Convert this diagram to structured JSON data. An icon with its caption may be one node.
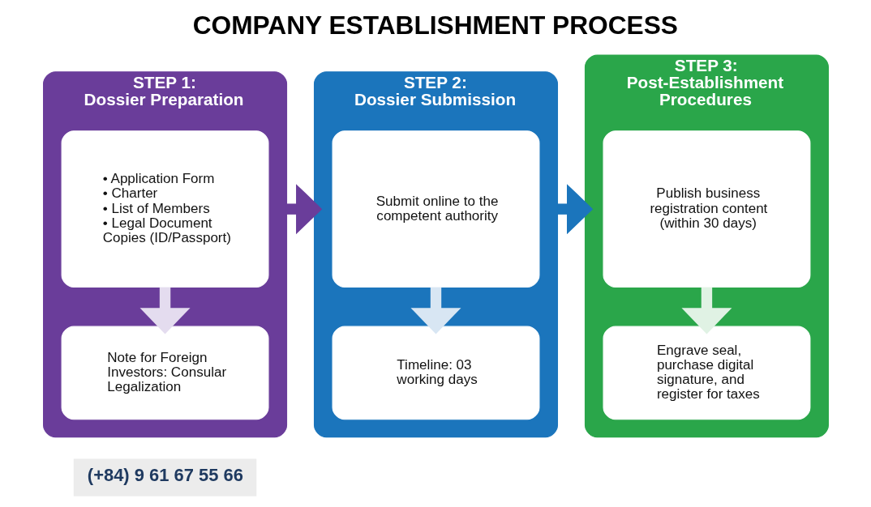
{
  "diagram": {
    "title": "COMPANY ESTABLISHMENT PROCESS",
    "nodes": [
      {
        "text": [
          "STEP 1:",
          "Dossier Preparation"
        ]
      },
      {
        "text": [
          "• Application Form",
          "• Charter",
          "• List of Members",
          "• Legal Document Copies (ID/Passport)"
        ],
        "in": 0
      },
      {
        "text": [
          "Note for Foreign Investors: Consular Legalization"
        ],
        "in": 0
      },
      {
        "text": [
          "STEP 2:",
          "Dossier Submission"
        ]
      },
      {
        "text": [
          "Submit online to the competent authority"
        ],
        "in": 3
      },
      {
        "text": [
          "Timeline: 03 working days"
        ],
        "in": 3
      },
      {
        "text": [
          "STEP 3:",
          "Post-Establishment Procedures"
        ]
      },
      {
        "text": [
          "Publish business registration content (within 30 days)"
        ],
        "in": 6
      },
      {
        "text": [
          "Engrave seal, purchase digital signature, and register for taxes"
        ],
        "in": 6
      }
    ],
    "edges": [
      {
        "from": 1,
        "to": 2,
        "arrow": "to",
        "color": "#e4dcef"
      },
      {
        "from": 4,
        "to": 5,
        "arrow": "to",
        "color": "#d8e6f3"
      },
      {
        "from": 7,
        "to": 8,
        "arrow": "to",
        "color": "#e0f2e4"
      },
      {
        "from": 0,
        "to": 3,
        "arrow": "to",
        "color": "#6a3d9a"
      },
      {
        "from": 3,
        "to": 6,
        "arrow": "to",
        "color": "#1b75bc"
      }
    ],
    "labels": [
      "(+84) 9 61 67 55 66"
    ]
  }
}
